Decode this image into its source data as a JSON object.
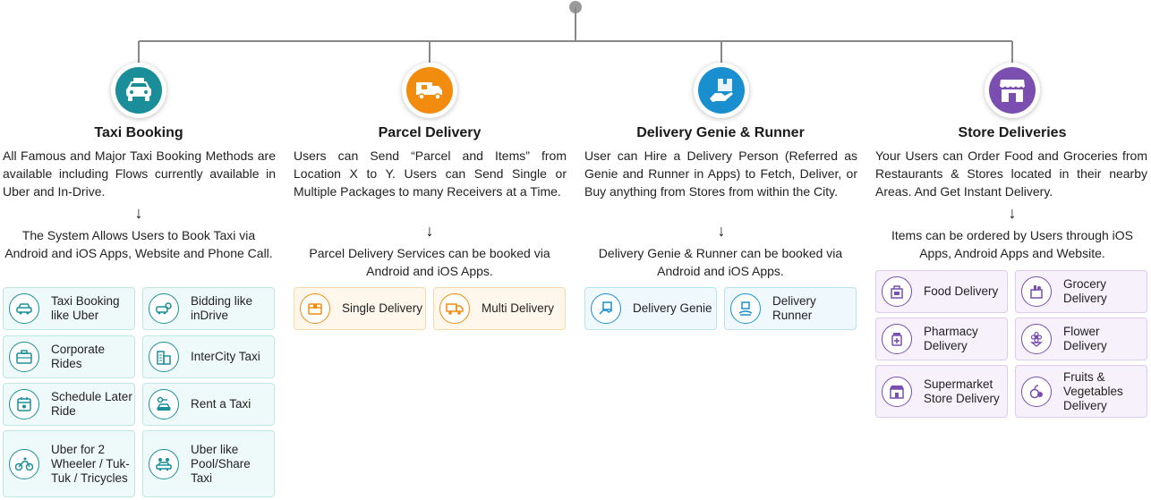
{
  "columns": [
    {
      "title": "Taxi Booking",
      "icon": "taxi-icon",
      "color": "#1a8f9a",
      "description": "All Famous and Major Taxi Booking Methods are available including Flows currently available in Uber and In-Drive.",
      "arrow": "↓",
      "note": "The System Allows Users to Book Taxi via Android and iOS Apps, Website and Phone Call.",
      "cards": [
        {
          "label": "Taxi Booking like Uber",
          "icon": "car-icon"
        },
        {
          "label": "Bidding like inDrive",
          "icon": "bidding-icon"
        },
        {
          "label": "Corporate Rides",
          "icon": "briefcase-icon"
        },
        {
          "label": "InterCity Taxi",
          "icon": "city-icon"
        },
        {
          "label": "Schedule Later Ride",
          "icon": "calendar-icon"
        },
        {
          "label": "Rent a Taxi",
          "icon": "key-car-icon"
        },
        {
          "label": "Uber for 2 Wheeler / Tuk-Tuk / Tricycles",
          "icon": "bike-icon"
        },
        {
          "label": "Uber like Pool/Share Taxi",
          "icon": "pool-car-icon"
        }
      ]
    },
    {
      "title": "Parcel Delivery",
      "icon": "delivery-truck-icon",
      "color": "#f28c0f",
      "description": "Users can Send “Parcel and Items” from Location X to Y. Users can Send Single or Multiple Packages to many Receivers at a Time.",
      "arrow": "↓",
      "note": "Parcel Delivery Services can be booked via Android and iOS Apps.",
      "cards": [
        {
          "label": "Single Delivery",
          "icon": "package-icon"
        },
        {
          "label": "Multi Delivery",
          "icon": "truck-icon"
        }
      ]
    },
    {
      "title": "Delivery Genie & Runner",
      "icon": "hand-package-icon",
      "color": "#1a8fd0",
      "description": "User can Hire a Delivery Person (Referred as Genie and Runner in Apps) to Fetch, Deliver, or Buy anything from Stores from within the City.",
      "arrow": "↓",
      "note": "Delivery Genie & Runner can be booked via Android and iOS Apps.",
      "cards": [
        {
          "label": "Delivery Genie",
          "icon": "genie-icon"
        },
        {
          "label": "Delivery Runner",
          "icon": "runner-icon"
        }
      ]
    },
    {
      "title": "Store Deliveries",
      "icon": "store-icon",
      "color": "#7a4fb0",
      "description": "Your Users can Order Food and Groceries from Restaurants & Stores located in their nearby Areas. And Get Instant Delivery.",
      "arrow": "↓",
      "note": "Items can be ordered by Users through iOS Apps, Android Apps and Website.",
      "cards": [
        {
          "label": "Food Delivery",
          "icon": "food-icon"
        },
        {
          "label": "Grocery Delivery",
          "icon": "grocery-icon"
        },
        {
          "label": "Pharmacy Delivery",
          "icon": "pharmacy-icon"
        },
        {
          "label": "Flower Delivery",
          "icon": "flower-icon"
        },
        {
          "label": "Supermarket Store Delivery",
          "icon": "supermarket-icon"
        },
        {
          "label": "Fruits & Vegetables Delivery",
          "icon": "fruits-icon"
        }
      ]
    }
  ]
}
